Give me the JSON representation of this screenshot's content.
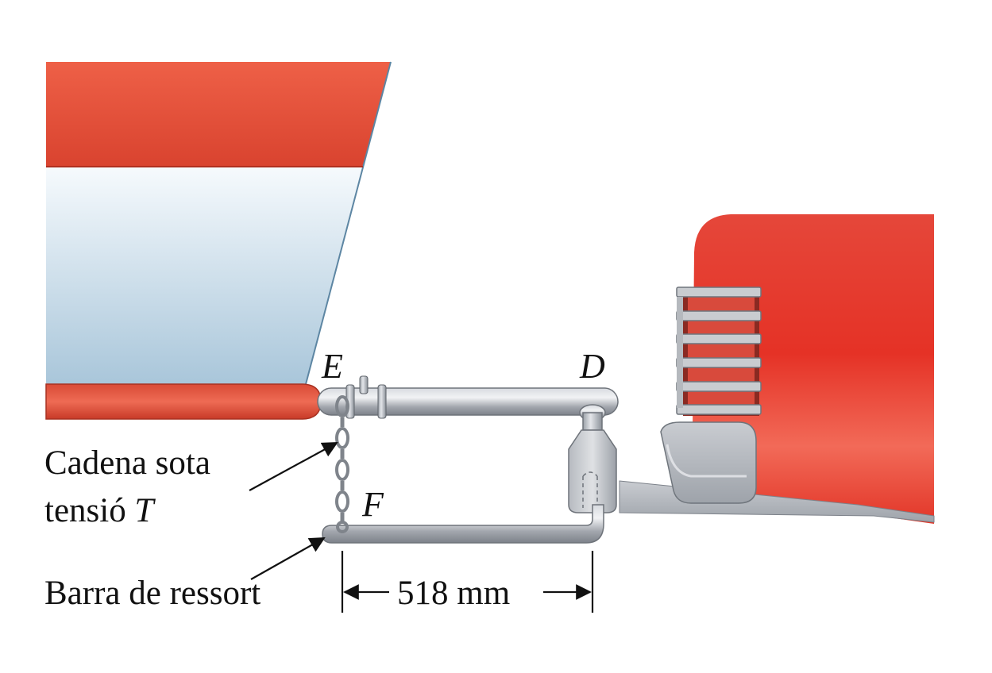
{
  "points": {
    "E": "E",
    "D": "D",
    "F": "F"
  },
  "labels": {
    "chain_line1": "Cadena sota",
    "chain_line2": "tensió",
    "chain_symbol": "T",
    "spring_bar": "Barra de ressort",
    "dimension": "518 mm"
  },
  "colors": {
    "trailer_red": "#e8513a",
    "tractor_red": "#e23a2c",
    "metal_gray": "#a9adb3",
    "glass_blue": "#bcd3e3"
  }
}
